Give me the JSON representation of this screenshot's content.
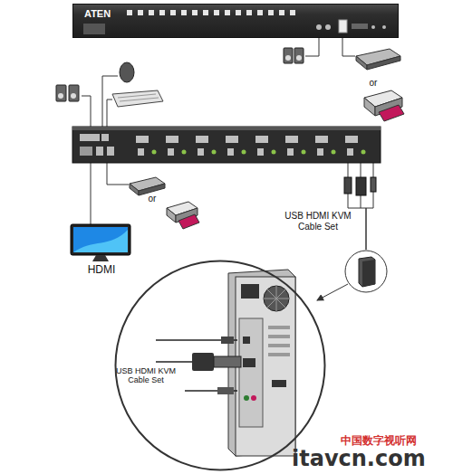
{
  "diagram": {
    "nodes": [
      {
        "text": [
          "ATEN"
        ]
      },
      {
        "text": [
          "HDMI"
        ]
      },
      {
        "text": [
          "USB HDMI KVM Cable Set"
        ]
      }
    ],
    "labels": [
      "or",
      "or",
      "USB HDMI KVM Cable Set",
      "中国数字视听网",
      "itavcn.com"
    ]
  }
}
